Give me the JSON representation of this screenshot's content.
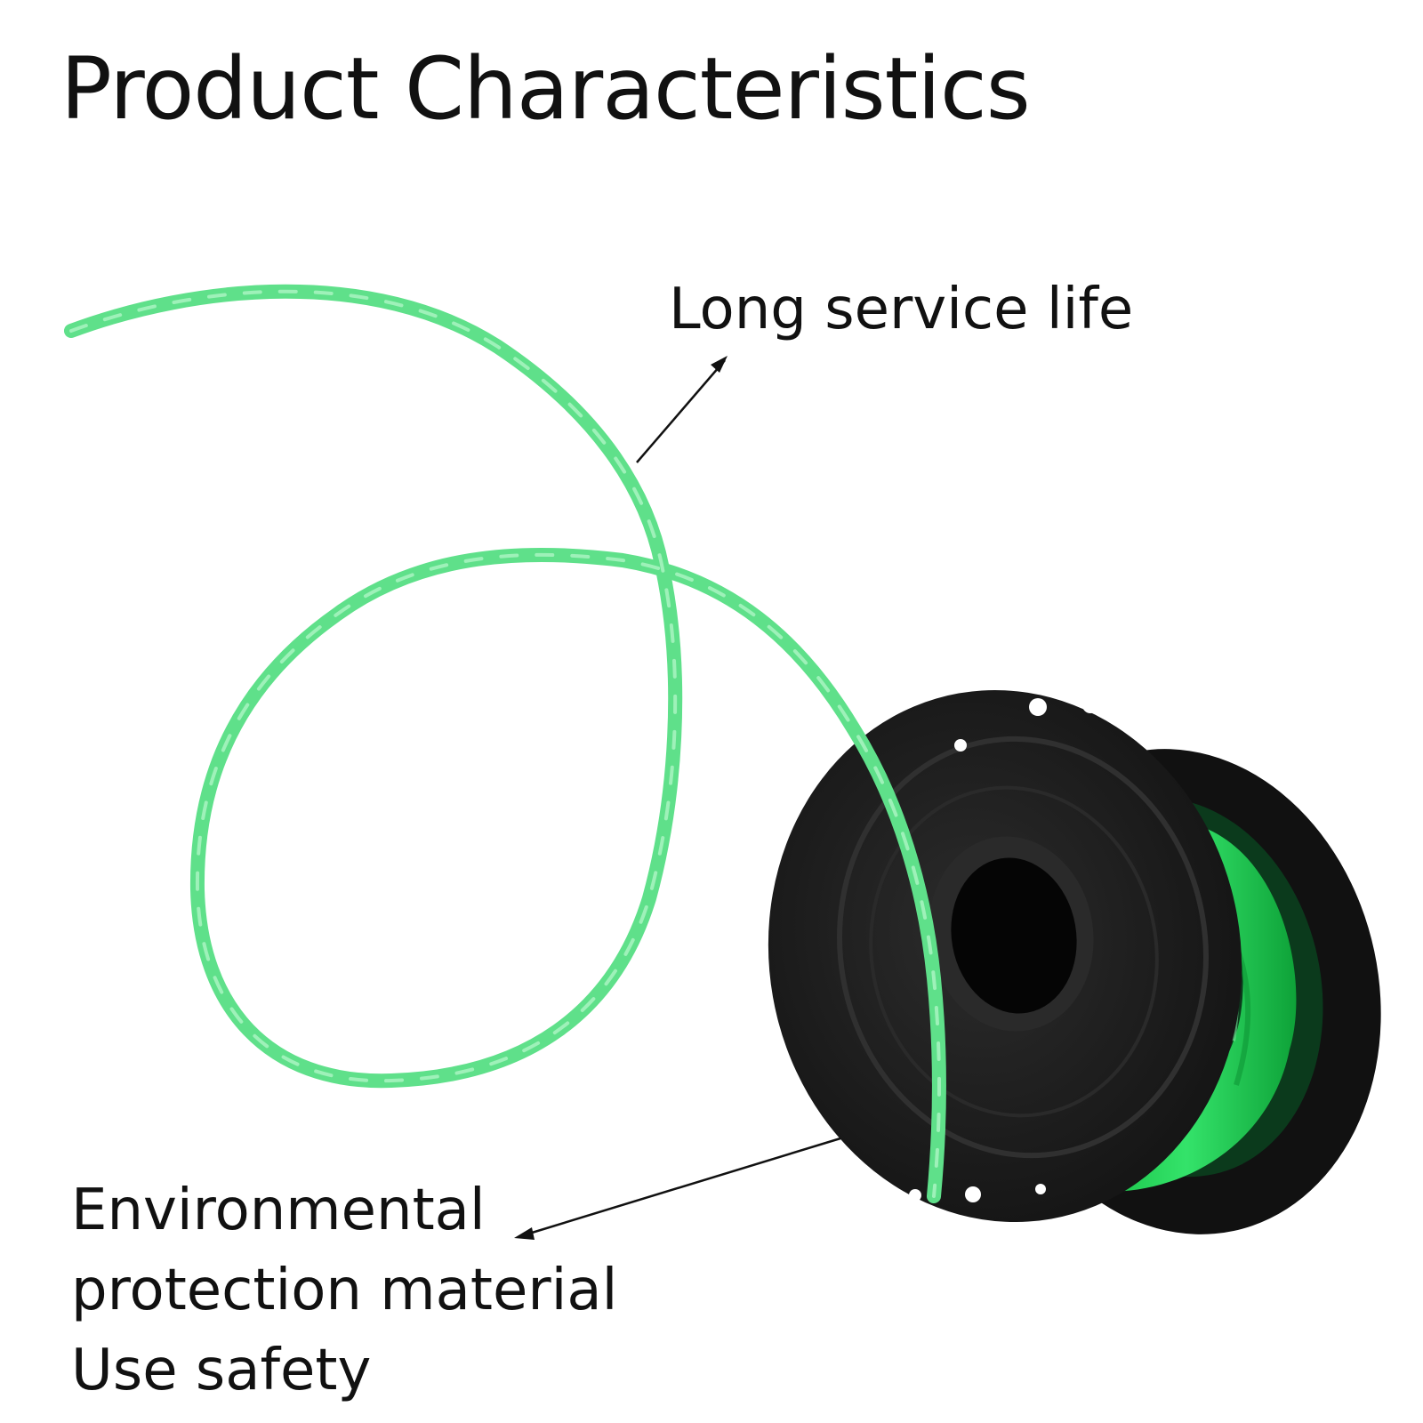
{
  "title": "Product Characteristics",
  "callouts": {
    "top": "Long service life",
    "bottom": [
      "Environmental",
      "protection material",
      "Use safety"
    ]
  },
  "colors": {
    "line_green": "#5fe08a",
    "spool_black": "#1c1c1c",
    "spool_green": "#22d455",
    "text": "#111111"
  },
  "image": {
    "subject": "trimmer-line-spool"
  }
}
